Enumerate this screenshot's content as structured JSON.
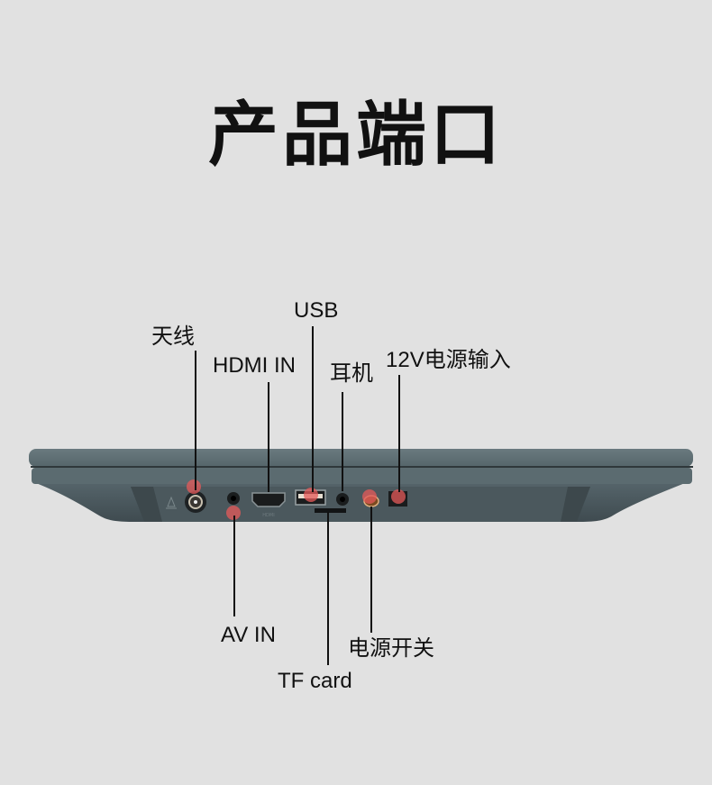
{
  "title": "产品端口",
  "labels": {
    "antenna": "天线",
    "hdmi_in": "HDMI IN",
    "usb": "USB",
    "earphone": "耳机",
    "power_input": "12V电源输入",
    "av_in": "AV IN",
    "tf_card": "TF card",
    "power_switch": "电源开关"
  },
  "colors": {
    "background": "#e1e1e1",
    "device_body": "#56656a",
    "device_dark": "#3f4a4e",
    "marker": "#e65a5a",
    "text": "#111111"
  }
}
